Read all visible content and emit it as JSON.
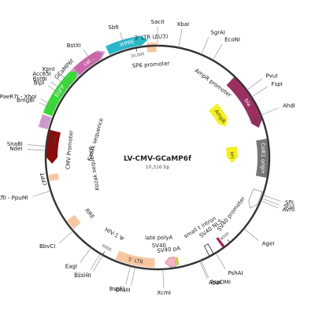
{
  "plasmid": {
    "name": "LV-CMV-GCaMP6f",
    "size": "10,316 bp"
  },
  "colors": {
    "backbone": "#333333",
    "ticks": "#444444",
    "site_line": "#888888",
    "site_text": "#111111",
    "site_text_faded": "#999999",
    "label_text": "#222222"
  },
  "ticks": [
    {
      "label": "2000",
      "bp": 2000
    },
    {
      "label": "4000",
      "bp": 4000
    },
    {
      "label": "6000",
      "bp": 6000
    },
    {
      "label": "8000",
      "bp": 8000
    },
    {
      "label": "10,000",
      "bp": 10000
    }
  ],
  "sites": [
    {
      "label": "SacII",
      "bp": 0
    },
    {
      "label": "XbaI",
      "bp": 310
    },
    {
      "label": "SgrAI",
      "bp": 660
    },
    {
      "label": "EcoNI",
      "bp": 850
    },
    {
      "label": "PvuI",
      "bp": 1520
    },
    {
      "label": "FspI",
      "bp": 1640
    },
    {
      "label": "AhdI",
      "bp": 1940
    },
    {
      "label": "SfiI",
      "bp": 3140
    },
    {
      "label": "StuI",
      "bp": 3190
    },
    {
      "label": "AvrII",
      "bp": 3230
    },
    {
      "label": "AgeI",
      "bp": 3710
    },
    {
      "label": "PshAI",
      "bp": 4260
    },
    {
      "label": "PspOMI",
      "bp": 4500
    },
    {
      "label": "ApaI",
      "bp": 4520
    },
    {
      "label": "XcmI",
      "bp": 5080
    },
    {
      "label": "DraIII",
      "bp": 5490
    },
    {
      "label": "BspEI",
      "bp": 5560
    },
    {
      "label": "BssHII",
      "bp": 6000
    },
    {
      "label": "NruI*",
      "bp": 6040,
      "faded": true
    },
    {
      "label": "EagI",
      "bp": 6200
    },
    {
      "label": "BbvCI",
      "bp": 6560
    },
    {
      "label": "KflI - PpuMI",
      "bp": 7240
    },
    {
      "label": "NdeI",
      "bp": 7840
    },
    {
      "label": "SnaBI",
      "bp": 7900
    },
    {
      "label": "BmgBI",
      "bp": 8450
    },
    {
      "label": "PaeR7I - XhoI",
      "bp": 8500
    },
    {
      "label": "BlpI",
      "bp": 8690
    },
    {
      "label": "BstBI",
      "bp": 8750
    },
    {
      "label": "Acc65I",
      "bp": 8830
    },
    {
      "label": "KpnI",
      "bp": 8900
    },
    {
      "label": "BstXI",
      "bp": 9330
    },
    {
      "label": "SbfI",
      "bp": 9840
    }
  ],
  "features": [
    {
      "name": "WPRE",
      "start": 9600,
      "end": 10180,
      "r": 150,
      "w": 12,
      "dir": 1,
      "color": "#2ab7c9",
      "text_color": "#ffffff"
    },
    {
      "name": "GCaMP6f",
      "start": 8400,
      "end": 9560,
      "r": 150,
      "w": 12,
      "dir": 1,
      "color": "#cc99cc"
    },
    {
      "name": "EGFP",
      "start": 8350,
      "end": 9080,
      "r": 150,
      "w": 12,
      "dir": 1,
      "color": "#33dd33",
      "text_color": "#ffffff"
    },
    {
      "name": "cal...",
      "start": 9080,
      "end": 9520,
      "r": 150,
      "w": 12,
      "dir": 1,
      "color": "#cc66aa",
      "text_color": "#ffffff"
    },
    {
      "name": "3' LTR (ΔU3)",
      "start": 10160,
      "end": 10300,
      "r": 140,
      "w": 12,
      "dir": 0,
      "color": "#f7c8a0"
    },
    {
      "name": "bla",
      "start": 1250,
      "end": 2110,
      "r": 134,
      "w": 14,
      "dir": 1,
      "color": "#9b2f62",
      "text_color": "#ffffff"
    },
    {
      "name": "ColE1 origin",
      "start": 2300,
      "end": 2880,
      "r": 134,
      "w": 14,
      "dir": 0,
      "color": "#777777",
      "text_color": "#ffffff"
    },
    {
      "name": "AmpR",
      "start": 1370,
      "end": 1880,
      "r": 95,
      "w": 14,
      "dir": 1,
      "color": "#f5f01a",
      "text_color": "#333333"
    },
    {
      "name": "ori",
      "start": 2350,
      "end": 2700,
      "r": 95,
      "w": 14,
      "dir": 1,
      "color": "#f5f01a",
      "text_color": "#333333"
    },
    {
      "name": "",
      "start": 3100,
      "end": 3400,
      "r": 134,
      "w": 12,
      "dir": 1,
      "color": "#ffffff",
      "stroke": "#999999"
    },
    {
      "name": "",
      "start": 4090,
      "end": 4130,
      "r": 134,
      "w": 14,
      "dir": 0,
      "color": "#aa2255"
    },
    {
      "name": "",
      "start": 4290,
      "end": 4360,
      "r": 134,
      "w": 14,
      "dir": 0,
      "color": "#ffffff",
      "stroke": "#222222"
    },
    {
      "name": "",
      "start": 4830,
      "end": 4870,
      "r": 134,
      "w": 10,
      "dir": 0,
      "color": "#cccc33"
    },
    {
      "name": "",
      "start": 4880,
      "end": 5040,
      "r": 134,
      "w": 12,
      "dir": 1,
      "color": "#f5b5c5",
      "stroke": "#cc8899"
    },
    {
      "name": "5' LTR",
      "start": 5200,
      "end": 5800,
      "r": 134,
      "w": 12,
      "dir": 0,
      "color": "#f7c8a0",
      "text_color": "#333333"
    },
    {
      "name": "",
      "start": 6580,
      "end": 6740,
      "r": 134,
      "w": 12,
      "dir": 0,
      "color": "#f7c8a0"
    },
    {
      "name": "cPPT",
      "start": 7380,
      "end": 7480,
      "r": 134,
      "w": 12,
      "dir": 0,
      "color": "#f7c8a0"
    },
    {
      "name": "",
      "start": 7640,
      "end": 8150,
      "r": 134,
      "w": 14,
      "dir": -1,
      "color": "#8b0a0a"
    },
    {
      "name": "",
      "start": 8150,
      "end": 8330,
      "r": 150,
      "w": 12,
      "dir": 0,
      "color": "#cc99cc"
    }
  ],
  "labels": [
    {
      "text": "SP6 promoter",
      "bp": 10200,
      "r": 118
    },
    {
      "text": "AmpR promoter",
      "bp": 1050,
      "r": 118
    },
    {
      "text": "SV40 promoter",
      "bp": 3650,
      "r": 118
    },
    {
      "text": "SV40 NLS",
      "bp": 4100,
      "r": 113
    },
    {
      "text": "small t intron",
      "bp": 4260,
      "r": 104
    },
    {
      "text": "SV40 pA",
      "bp": 4960,
      "r": 118
    },
    {
      "text": "SV40",
      "bp": 5130,
      "r": 112
    },
    {
      "text": "late polyA",
      "bp": 5130,
      "r": 102
    },
    {
      "text": "HIV-1 Ψ",
      "bp": 6000,
      "r": 112
    },
    {
      "text": "RRE",
      "bp": 6600,
      "r": 112
    },
    {
      "text": "CMV Promoter",
      "bp": 7880,
      "r": 112
    },
    {
      "text": "Kozak sequence",
      "bp": 8200,
      "r": 82
    },
    {
      "text": "Kozak sequence",
      "bp": 7460,
      "r": 82
    }
  ]
}
